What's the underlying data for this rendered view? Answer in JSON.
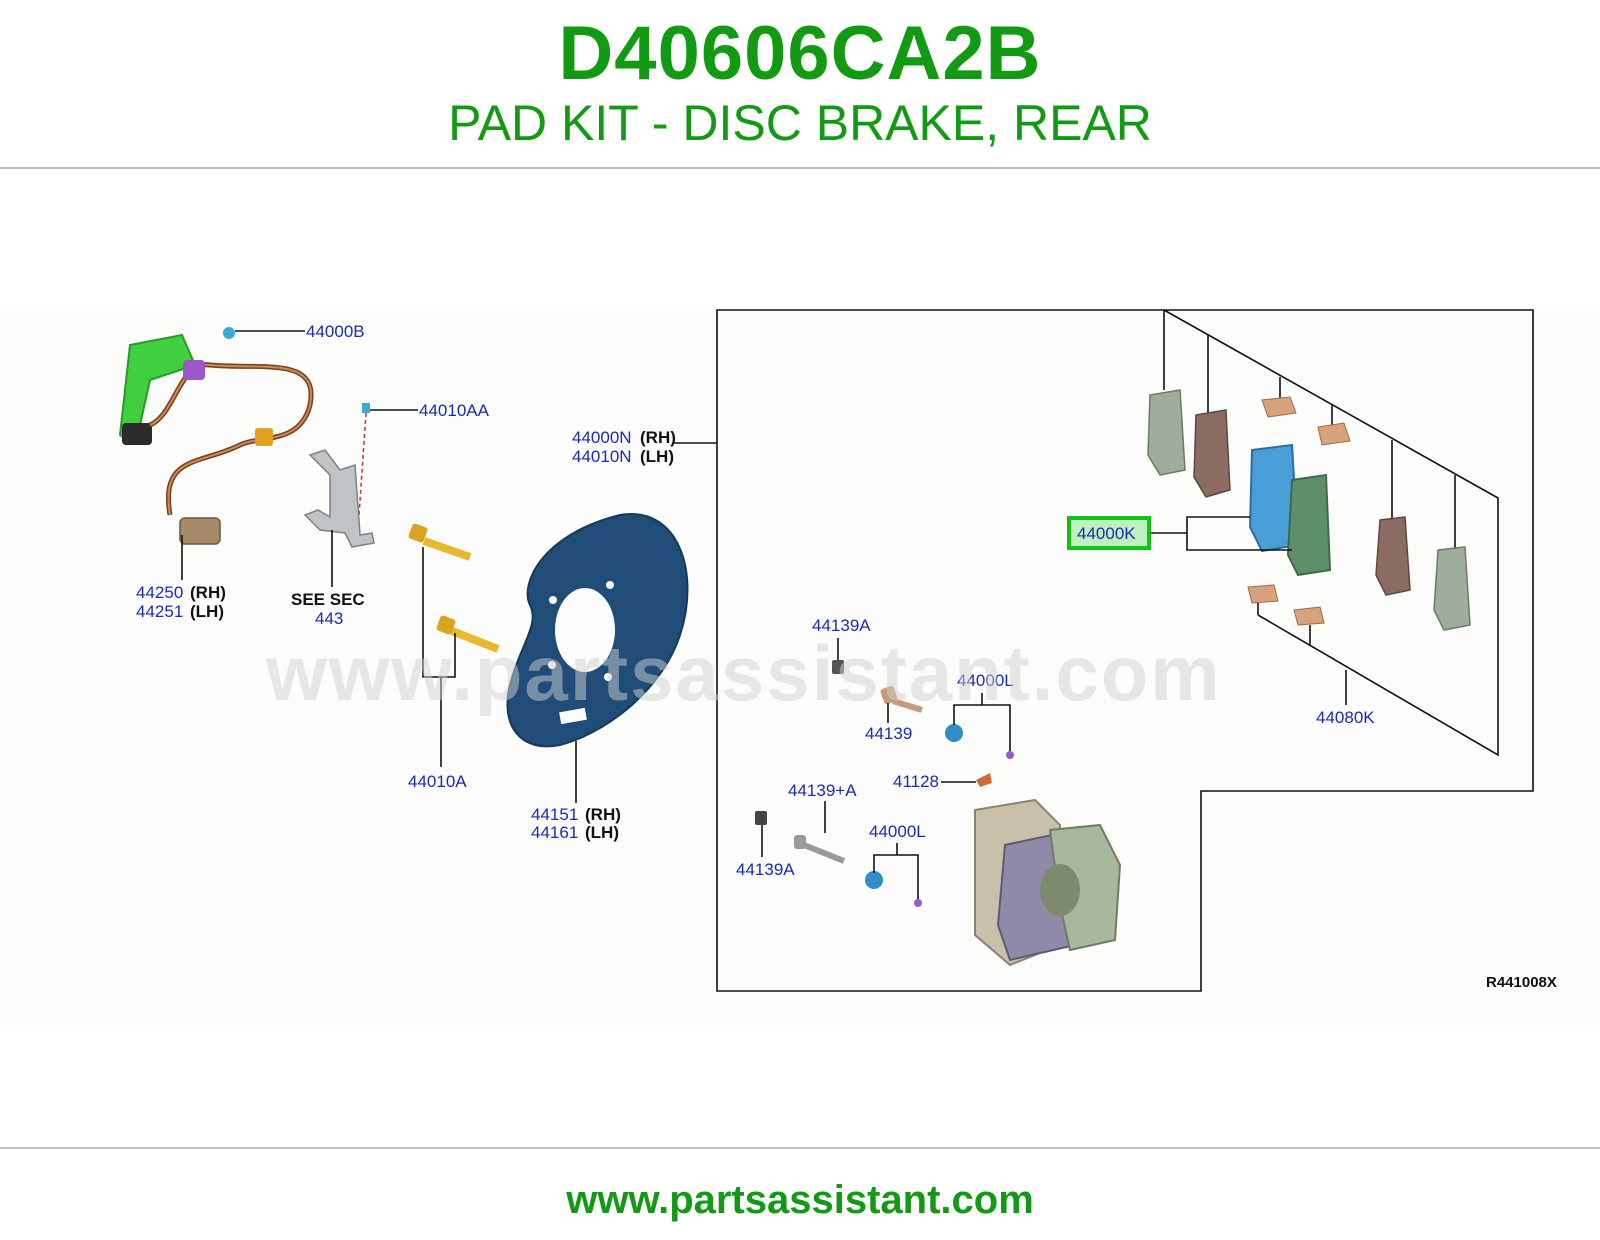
{
  "header": {
    "part_number": "D40606CA2B",
    "description": "PAD KIT - DISC BRAKE, REAR"
  },
  "diagram": {
    "watermark": "www.partsassistant.com",
    "figure_code": "R441008X",
    "callouts": {
      "c44000B": "44000B",
      "c44010AA": "44010AA",
      "c44000N": "44000N",
      "c44000N_side": "(RH)",
      "c44010N": "44010N",
      "c44010N_side": "(LH)",
      "c44250": "44250",
      "c44250_side": "(RH)",
      "c44251": "44251",
      "c44251_side": "(LH)",
      "see_sec": "SEE SEC",
      "see_sec_no": "443",
      "c44010A": "44010A",
      "c44151": "44151",
      "c44151_side": "(RH)",
      "c44161": "44161",
      "c44161_side": "(LH)",
      "c44000K": "44000K",
      "c44080K": "44080K",
      "c44139A_top": "44139A",
      "c44139": "44139",
      "c44000L_top": "44000L",
      "c41128": "41128",
      "c44139plusA": "44139+A",
      "c44000L_bottom": "44000L",
      "c44139A_bottom": "44139A"
    },
    "highlight_color": "#12c412"
  },
  "footer": {
    "url": "www.partsassistant.com"
  },
  "colors": {
    "brand_green": "#129a12",
    "callout_blue": "#1a2bb8"
  }
}
